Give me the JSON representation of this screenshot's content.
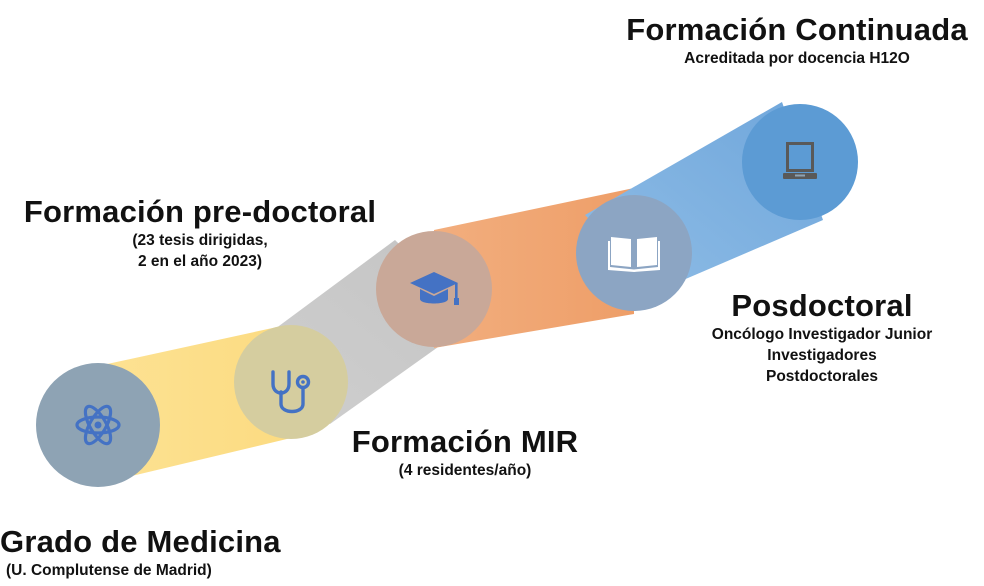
{
  "stages": [
    {
      "id": "grado",
      "title": "Grado de Medicina",
      "lines": [
        "(U. Complutense de Madrid)"
      ],
      "icon": "atom-icon",
      "band_color": "#FDDF8E",
      "circle_color": "#8DA3B4"
    },
    {
      "id": "mir",
      "title": "Formación MIR",
      "lines": [
        "(4 residentes/año)"
      ],
      "icon": "stethoscope-icon",
      "band_color": "#C9C9C9",
      "circle_color": "#D6CE9E"
    },
    {
      "id": "predoc",
      "title": "Formación pre-doctoral",
      "lines": [
        "(23 tesis dirigidas,",
        "2 en el año 2023)"
      ],
      "icon": "graduation-cap-icon",
      "band_color": "#F0A774",
      "circle_color": "#CBA99A"
    },
    {
      "id": "posdoc",
      "title": "Posdoctoral",
      "lines": [
        "Oncólogo Investigador Junior",
        "Investigadores",
        "Postdoctorales"
      ],
      "icon": "open-book-icon",
      "band_color": "#7FB1E0",
      "circle_color": "#8DA6C4"
    },
    {
      "id": "continuada",
      "title": "Formación Continuada",
      "lines": [
        "Acreditada por docencia H12O"
      ],
      "icon": "laptop-icon",
      "band_color": "#7FB1E0",
      "circle_color": "#5B9BD5"
    }
  ],
  "icon_color": "#4472C4"
}
